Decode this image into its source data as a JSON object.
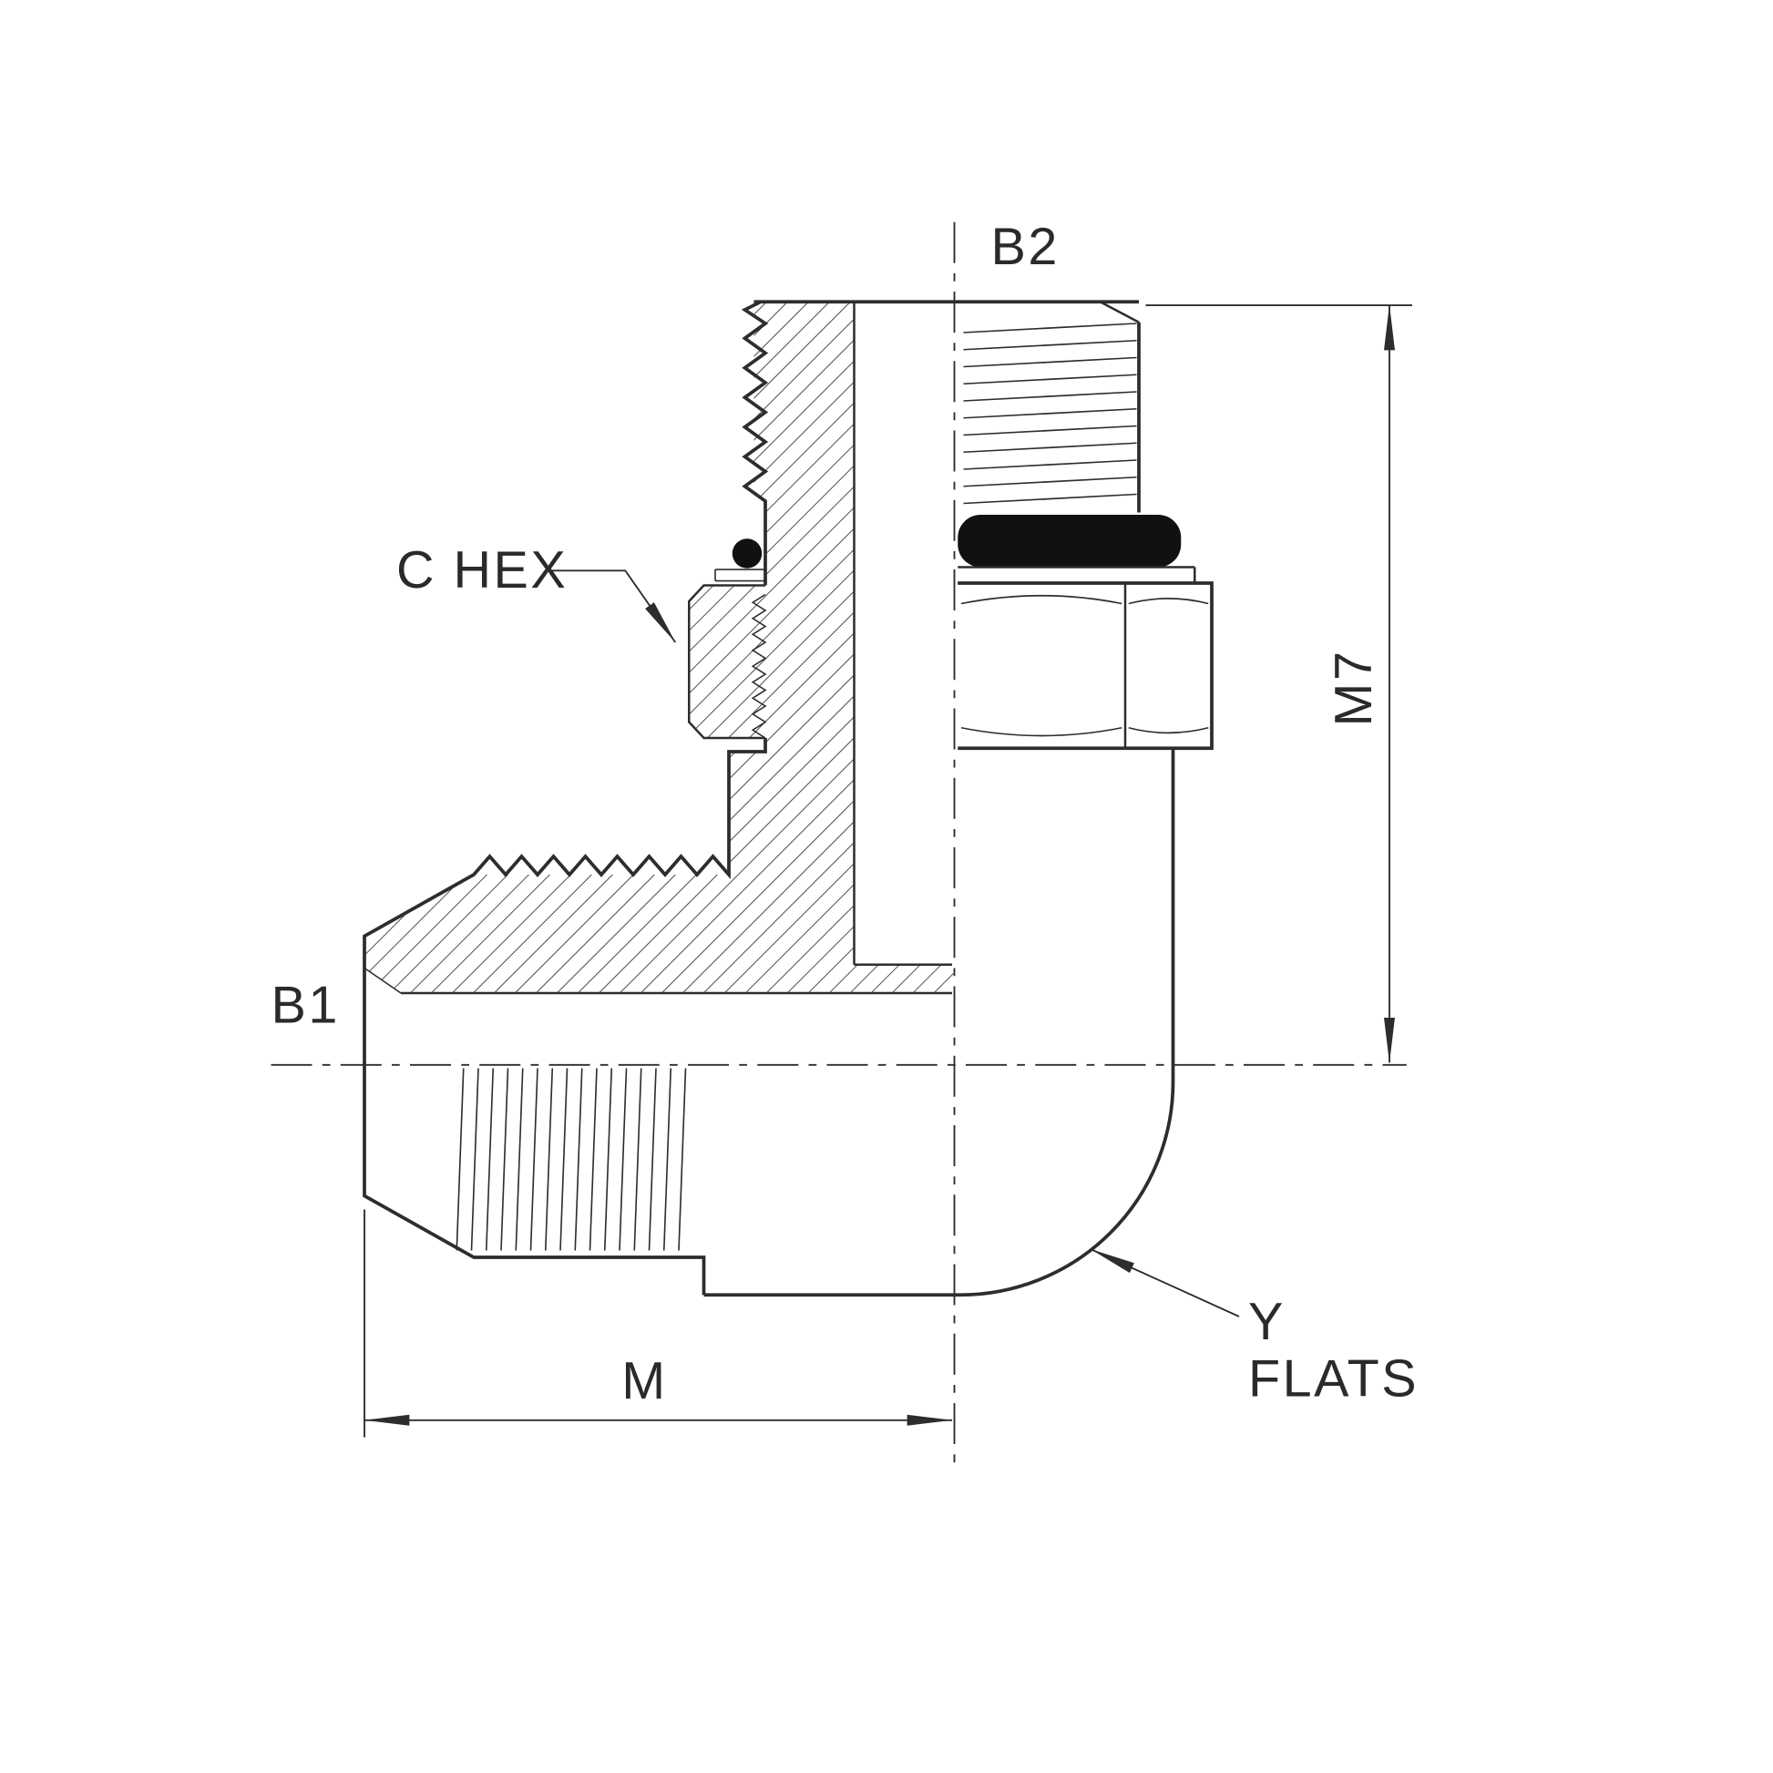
{
  "drawing": {
    "type": "technical-section-drawing",
    "subject": "90-degree male elbow hydraulic fitting, half-section view",
    "labels": {
      "b2": "B2",
      "b1": "B1",
      "m7": "M7",
      "m": "M",
      "c_hex": "C HEX",
      "y": "Y",
      "flats": "FLATS"
    },
    "colors": {
      "line": "#2d2d2d",
      "hatch": "#4a4a4a",
      "oring": "#111111",
      "background": "#ffffff"
    }
  }
}
